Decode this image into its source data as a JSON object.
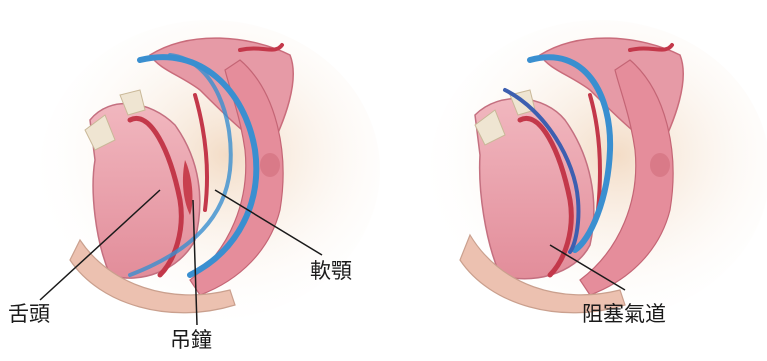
{
  "labels": {
    "tongue": "舌頭",
    "uvula": "吊鐘",
    "soft_palate": "軟顎",
    "obstructed_airway": "阻塞氣道"
  },
  "colors": {
    "tissue": "#e9a3ad",
    "tissue_dark": "#d9808d",
    "muscle": "#c8404f",
    "airway": "#3a8fd0",
    "airway_blocked": "#3d5fb0",
    "background_tint": "#f5e3cf"
  }
}
